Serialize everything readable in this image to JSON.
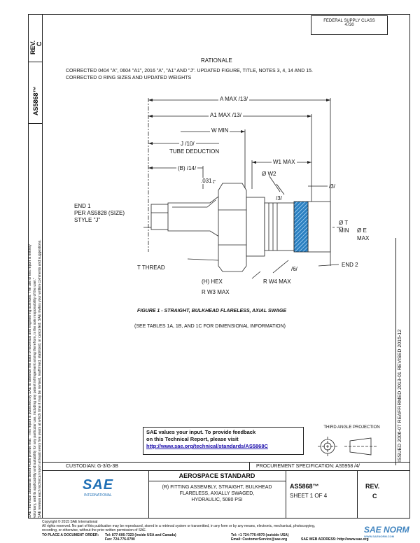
{
  "stamp": {
    "line1": "FEDERAL SUPPLY CLASS",
    "line2": "4730"
  },
  "side_left": {
    "rev_label": "REV.",
    "rev_value": "C",
    "doc_number": "AS5868™"
  },
  "legal_vertical": {
    "line1": "SAE Technical Standards Board Rules provide that: \"This report is published by SAE to advance the state of technical and engineering sciences. The use of this report is entirely",
    "line2": "voluntary, and its applicability and suitability for any particular use, including any patent infringement arising therefrom, is the sole responsibility of the user.\"",
    "line3": "SAE reviews each technical report at least every five years at which time it may be revised, reaffirmed, stabilized, or cancelled. SAE invites your written comments and suggestions."
  },
  "right_vertical": {
    "issued": "ISSUED 2006-07    REAFFIRMED 2013-01    REVISED 2015-12"
  },
  "rationale": {
    "title": "RATIONALE",
    "line1": "CORRECTED 0404 \"A\", 0604 \"A1\", 2016 \"A\", \"A1\" AND \"J\". UPDATED FIGURE, TITLE, NOTES 3, 4, 14 AND 15.",
    "line2": "CORRECTED O RING SIZES AND UPDATED WEIGHTS"
  },
  "figure": {
    "labels": {
      "a_max": "A MAX /13/",
      "a1_max": "A1 MAX /13/",
      "w_min": "W MIN",
      "j": "J /10/",
      "tube_deduction": "TUBE DEDUCTION",
      "b": "(B) /14/",
      "w1_max": "W1 MAX",
      "w2": "Ø W2",
      "dim_031": ".031",
      "note3a": "/3/",
      "note3b": "/3/",
      "end1_line1": "END 1",
      "end1_line2": "PER AS5828 (SIZE)",
      "end1_line3": "STYLE \"J\"",
      "t_min1": "Ø T",
      "t_min2": "MIN",
      "e_max1": "Ø E",
      "e_max2": "MAX",
      "t_thread": "T THREAD",
      "note6": "/6/",
      "end2": "END 2",
      "h_hex": "(H) HEX",
      "rw4": "R W4 MAX",
      "rw3": "R W3 MAX"
    },
    "caption": "FIGURE 1 - STRAIGHT, BULKHEAD FLARELESS, AXIAL SWAGE",
    "subcaption": "(SEE TABLES 1A, 1B, AND 1C FOR DIMENSIONAL INFORMATION)"
  },
  "feedback": {
    "line1": "SAE values your input. To provide feedback",
    "line2": "on this Technical Report, please visit",
    "link": "http://www.sae.org/technical/standards/AS5868C"
  },
  "projection": {
    "label": "THIRD ANGLE PROJECTION"
  },
  "title_block": {
    "custodian": "CUSTODIAN: G-3/G-3B",
    "procurement": "PROCUREMENT SPECIFICATION: AS5958 /4/",
    "heading": "AEROSPACE STANDARD",
    "desc1": "(R) FITTING ASSEMBLY, STRAIGHT, BULKHEAD",
    "desc2": "FLARELESS, AXIALLY SWAGED,",
    "desc3": "HYDRAULIC, 5080 PSI",
    "doc_number": "AS5868™",
    "sheet": "SHEET 1 OF 4",
    "rev_label": "REV.",
    "rev_value": "C",
    "logo_text": "SAE",
    "logo_sub": "INTERNATIONAL"
  },
  "footer": {
    "copyright": "Copyright © 2015 SAE International",
    "rights": "All rights reserved. No part of this publication may be reproduced, stored in a retrieval system or transmitted, in any form or by any means, electronic, mechanical, photocopying,",
    "rights2": "recording, or otherwise, without the prior written permission of SAE.",
    "order_label": "TO PLACE A DOCUMENT ORDER:",
    "tel1": "Tel: 877-606-7323 (inside USA and Canada)",
    "tel2": "Tel: +1 724-776-4970 (outside USA)",
    "fax": "Fax: 724-776-0790",
    "email": "Email: CustomerService@sae.org",
    "web": "SAE WEB ADDRESS: http://www.sae.org"
  },
  "watermark": {
    "text": "SAE NORM",
    "sub": "WWW.SAENORM.COM"
  },
  "colors": {
    "hatch": "#2a7fc0",
    "text": "#111111",
    "link": "#1a0dab",
    "logo": "#1f6fb5"
  }
}
